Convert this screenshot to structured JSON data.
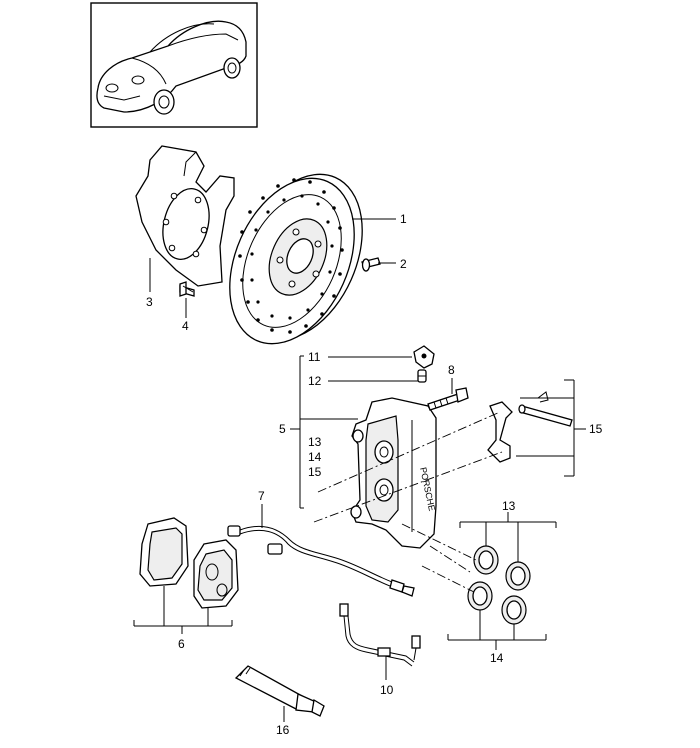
{
  "callouts": {
    "c1": "1",
    "c2": "2",
    "c3": "3",
    "c4": "4",
    "c5": "5",
    "c6": "6",
    "c7": "7",
    "c8": "8",
    "c10": "10",
    "c11": "11",
    "c12": "12",
    "c13a": "13",
    "c14a": "14",
    "c15a": "15",
    "c13": "13",
    "c14": "14",
    "c15": "15",
    "c16": "16"
  },
  "caliper_brand": "PORSCHE"
}
